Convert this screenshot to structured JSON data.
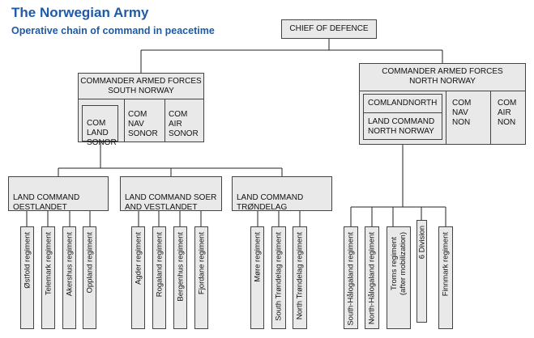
{
  "title": "The Norwegian Army",
  "subtitle": "Operative chain of command in peacetime",
  "chief": "CHIEF OF DEFENCE",
  "south": {
    "header": "COMMANDER ARMED FORCES\nSOUTH NORWAY",
    "land": "COM\nLAND\nSONOR",
    "nav": "COM\nNAV\nSONOR",
    "air": "COM\nAIR\nSONOR"
  },
  "north": {
    "header": "COMMANDER ARMED FORCES\nNORTH NORWAY",
    "comland": "COMLANDNORTH",
    "landcommand": "LAND COMMAND\nNORTH NORWAY",
    "nav": "COM\nNAV\nNON",
    "air": "COM\nAIR\nNON"
  },
  "land_commands": {
    "oestlandet": "LAND COMMAND\nOESTLANDET",
    "soer": "LAND COMMAND SOER\nAND VESTLANDET",
    "trondelag": "LAND COMMAND\nTRØNDELAG"
  },
  "regiments": {
    "oestlandet": [
      "Østfold regiment",
      "Telemark regiment",
      "Akershus regiment",
      "Oppland regiment"
    ],
    "soer": [
      "Agder regiment",
      "Rogaland regiment",
      "Bergenhus regiment",
      "Fjordane regiment"
    ],
    "trondelag": [
      "Møre regiment",
      "South Trøndelag regiment",
      "North Trøndelag regiment"
    ],
    "north": [
      "South-Hålogaland regiment",
      "North-Hålogaland regiment",
      "Troms regiment\n(after mobilization)",
      "6 Division",
      "Finnmark regiment"
    ]
  }
}
